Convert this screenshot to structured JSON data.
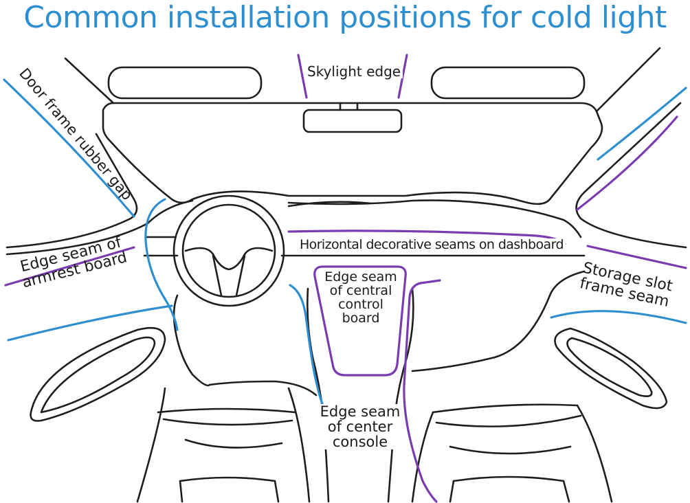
{
  "title": "Common installation positions for cold light",
  "labels": {
    "skylight_edge": "Skylight edge",
    "door_frame": "Door frame rubber gap",
    "dashboard_seams": "Horizontal decorative seams on dashboard",
    "armrest": [
      "Edge seam of",
      "armrest board"
    ],
    "storage_slot": [
      "Storage slot",
      "frame seam"
    ],
    "central_control": [
      "Edge seam",
      "of central",
      "control",
      "board"
    ],
    "center_console": [
      "Edge seam",
      "of center",
      "console"
    ]
  },
  "colors": {
    "title": "#2e8fd0",
    "light_line_purple": "#7a3bb0",
    "light_line_blue": "#2e8fd0",
    "outline": "#1e1e1e"
  }
}
